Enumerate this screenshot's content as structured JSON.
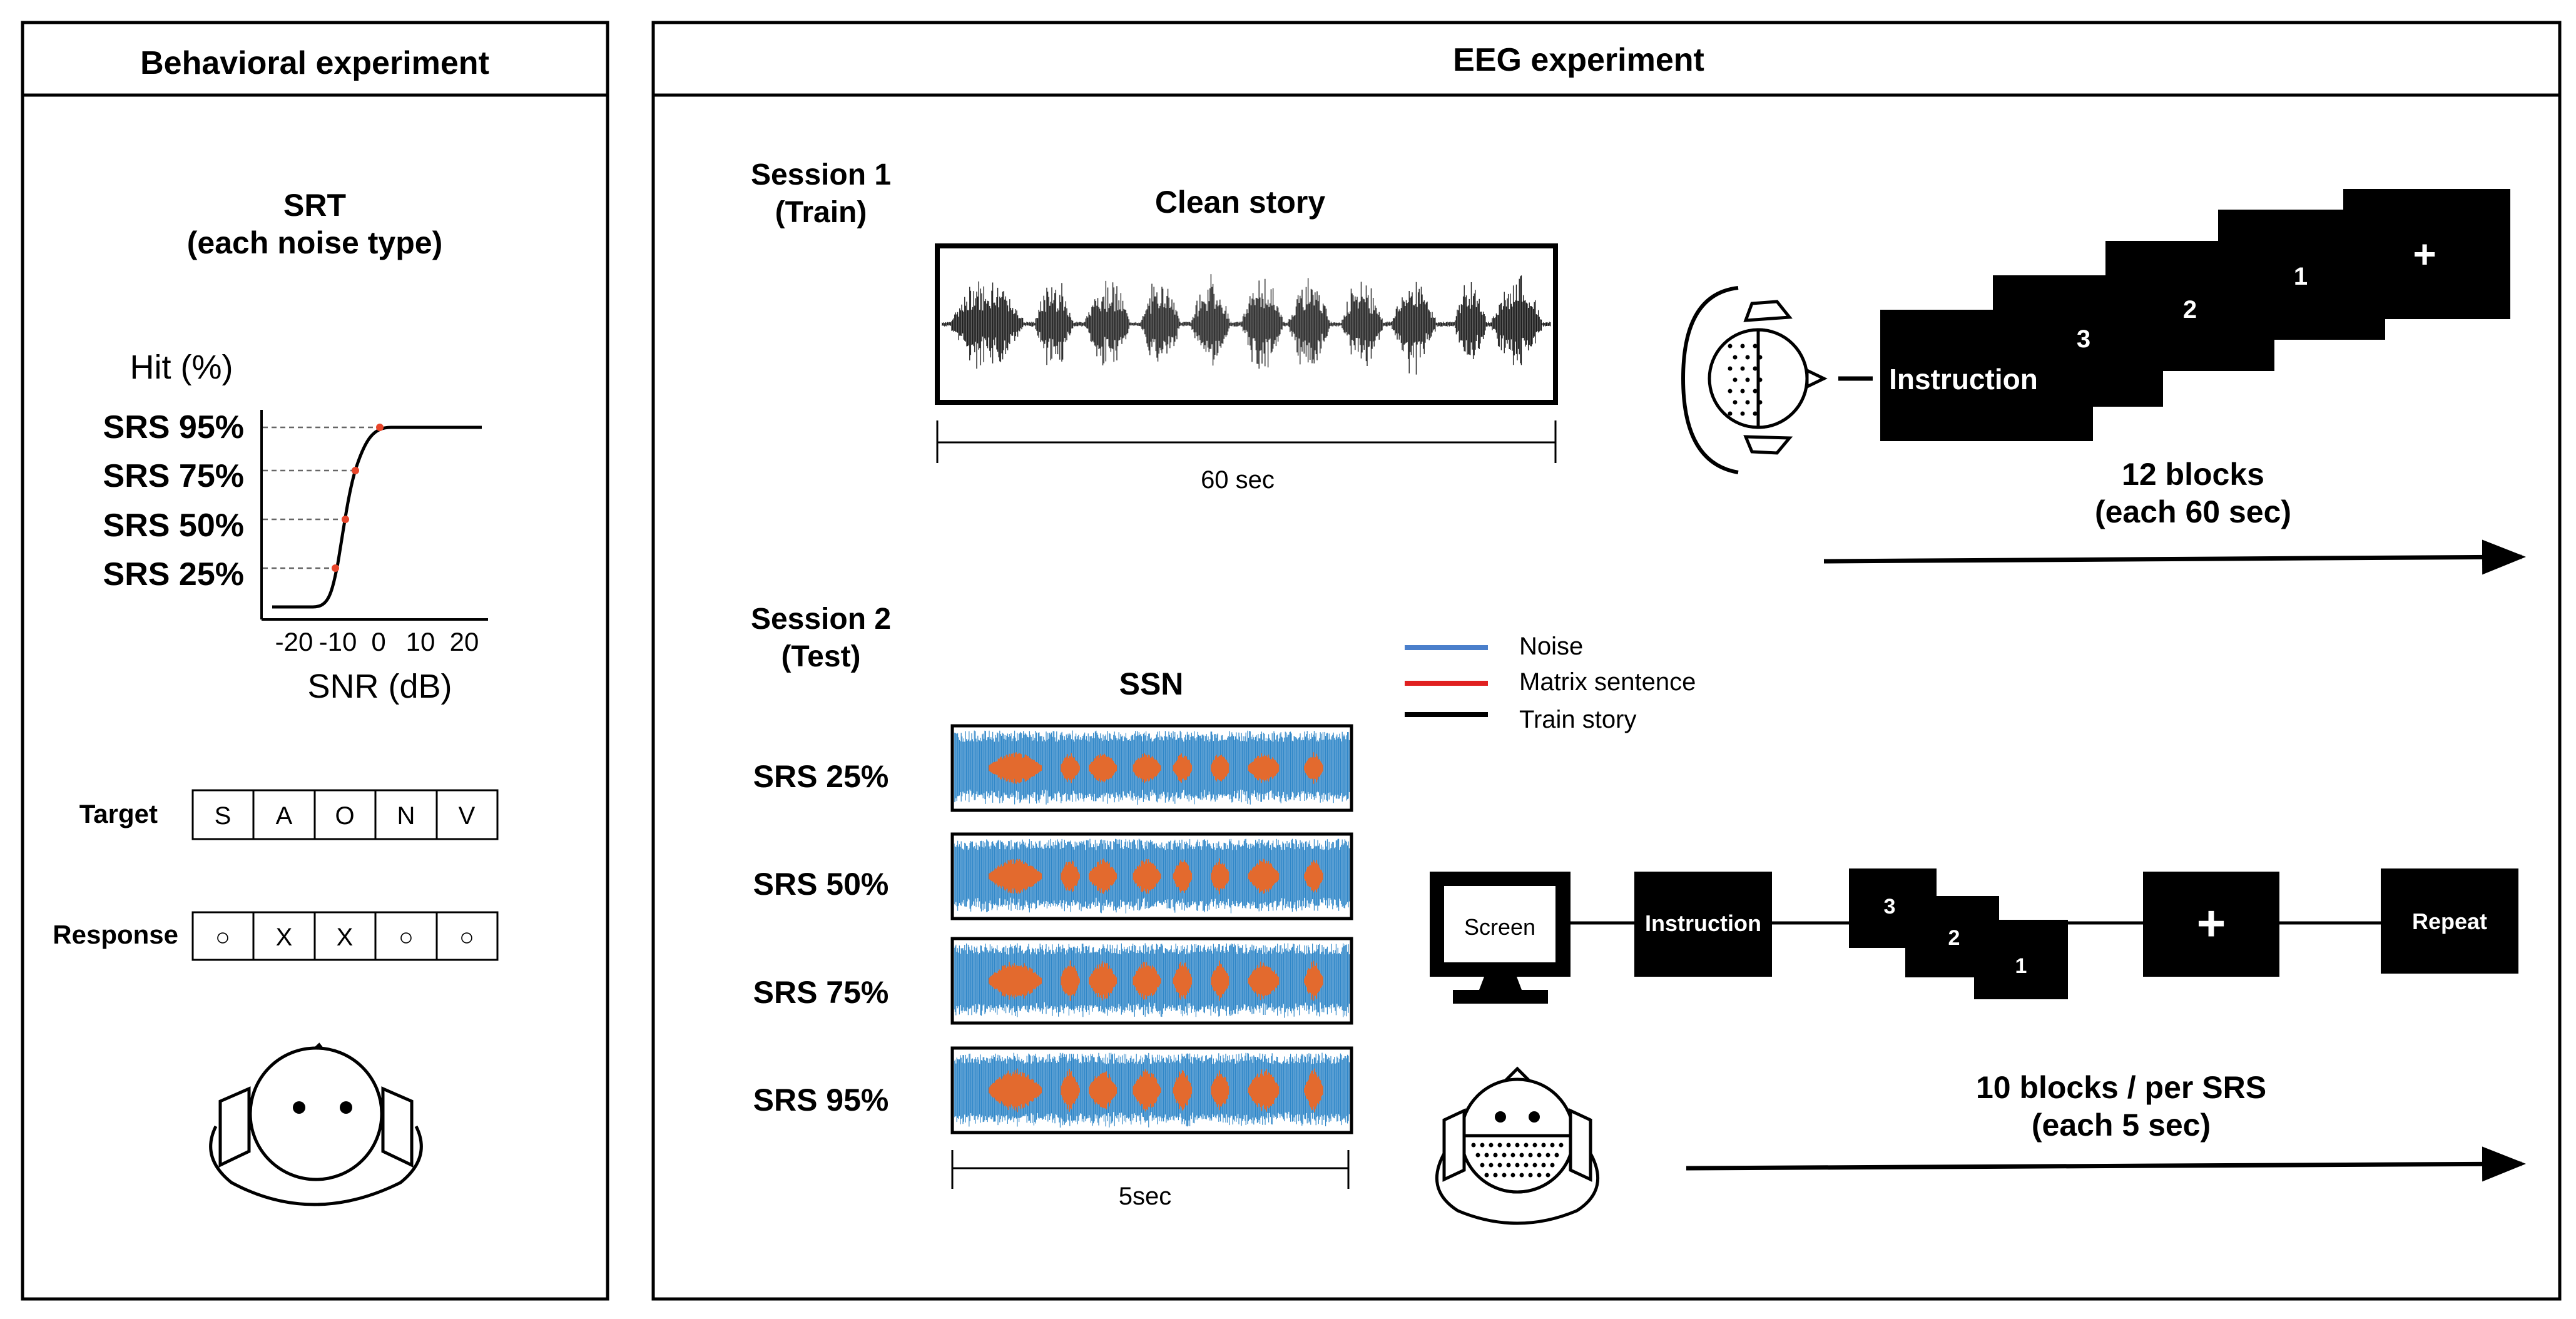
{
  "behavioral": {
    "title": "Behavioral experiment",
    "srt_line1": "SRT",
    "srt_line2": "(each noise type)",
    "plot": {
      "ylabel": "Hit (%)",
      "xlabel": "SNR (dB)",
      "y_levels": [
        "SRS 95%",
        "SRS 75%",
        "SRS 50%",
        "SRS 25%"
      ],
      "x_ticks": [
        "-20",
        "-10",
        "0",
        "10",
        "20"
      ],
      "marker_color": "#e8452a"
    },
    "target_label": "Target",
    "target_cells": [
      "S",
      "A",
      "O",
      "N",
      "V"
    ],
    "response_label": "Response",
    "response_cells": [
      "○",
      "X",
      "X",
      "○",
      "○"
    ]
  },
  "eeg": {
    "title": "EEG experiment",
    "session1": {
      "line1": "Session 1",
      "line2": "(Train)",
      "waveform_title": "Clean story",
      "duration": "60 sec",
      "sequence": [
        "Instruction",
        "3",
        "2",
        "1",
        "+"
      ],
      "blocks_line1": "12 blocks",
      "blocks_line2": "(each 60 sec)"
    },
    "session2": {
      "line1": "Session 2",
      "line2": "(Test)",
      "waveform_title": "SSN",
      "conditions": [
        "SRS 25%",
        "SRS 50%",
        "SRS 75%",
        "SRS 95%"
      ],
      "duration": "5sec",
      "screen_label": "Screen",
      "sequence": [
        "Instruction",
        "3",
        "2",
        "1",
        "+",
        "Repeat"
      ],
      "blocks_line1": "10 blocks / per SRS",
      "blocks_line2": "(each 5 sec)"
    },
    "legend": [
      {
        "label": "Noise",
        "color": "#4a7fcb"
      },
      {
        "label": "Matrix sentence",
        "color": "#e02020"
      },
      {
        "label": "Train story",
        "color": "#000000"
      }
    ]
  },
  "colors": {
    "noise": "#2e86c8",
    "speech": "#e36a2e"
  }
}
